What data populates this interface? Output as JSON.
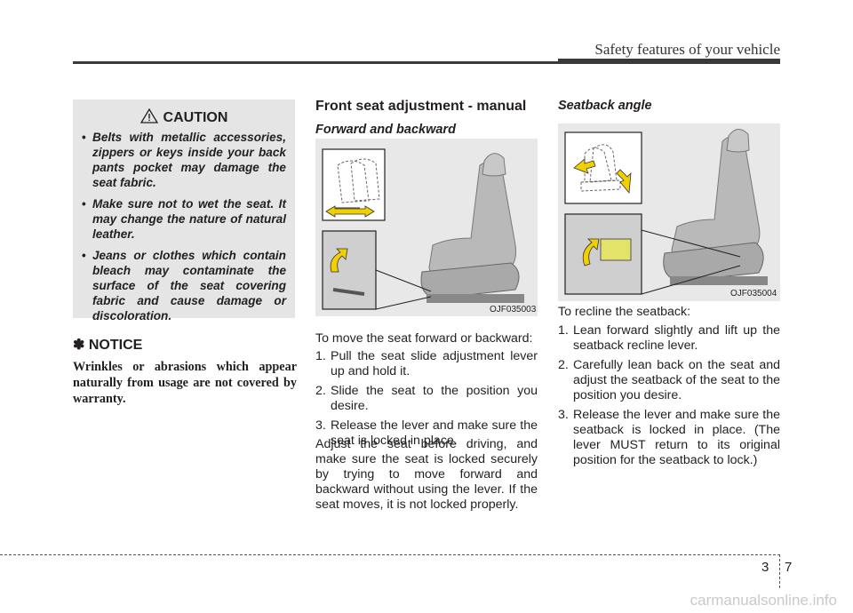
{
  "header": {
    "title": "Safety features of your vehicle"
  },
  "caution": {
    "title": "CAUTION",
    "items": [
      "Belts with metallic accessories, zippers or keys inside your back pants pocket may damage the seat fabric.",
      "Make sure not to wet the seat. It may change the nature of natural leather.",
      "Jeans or clothes which contain bleach may contaminate the surface of the seat covering fabric and cause damage or discoloration."
    ]
  },
  "notice": {
    "title": "✽ NOTICE",
    "body": "Wrinkles or abrasions which appear naturally from usage are not covered by warranty."
  },
  "front_seat": {
    "title": "Front seat adjustment - manual",
    "forward": {
      "subtitle": "Forward and backward",
      "figure_code": "OJF035003",
      "intro": "To move the seat forward or backward:",
      "steps": [
        {
          "num": "1.",
          "text": "Pull the seat slide adjustment lever up and hold it."
        },
        {
          "num": "2.",
          "text": "Slide the seat to the position you desire."
        },
        {
          "num": "3.",
          "text": "Release the lever and make sure the seat is locked in place."
        }
      ],
      "note": "Adjust the seat before driving, and make sure the seat is locked securely by trying to move forward and backward without using the lever. If the seat moves, it is not locked properly."
    },
    "seatback": {
      "subtitle": "Seatback angle",
      "figure_code": "OJF035004",
      "intro": "To recline the seatback:",
      "steps": [
        {
          "num": "1.",
          "text": "Lean forward slightly and lift up the seatback recline lever."
        },
        {
          "num": "2.",
          "text": "Carefully lean back on the seat and adjust the seatback of the seat to the position you desire."
        },
        {
          "num": "3.",
          "text": "Release the lever and make sure the seatback is locked in place. (The lever MUST return to its original position for the seatback to lock.)"
        }
      ]
    }
  },
  "footer": {
    "chapter": "3",
    "page": "7"
  },
  "watermark": "carmanualsonline.info",
  "colors": {
    "caution_bg": "#e5e5e5",
    "arrow_yellow": "#f2d000",
    "rule": "#3a3a3a"
  }
}
